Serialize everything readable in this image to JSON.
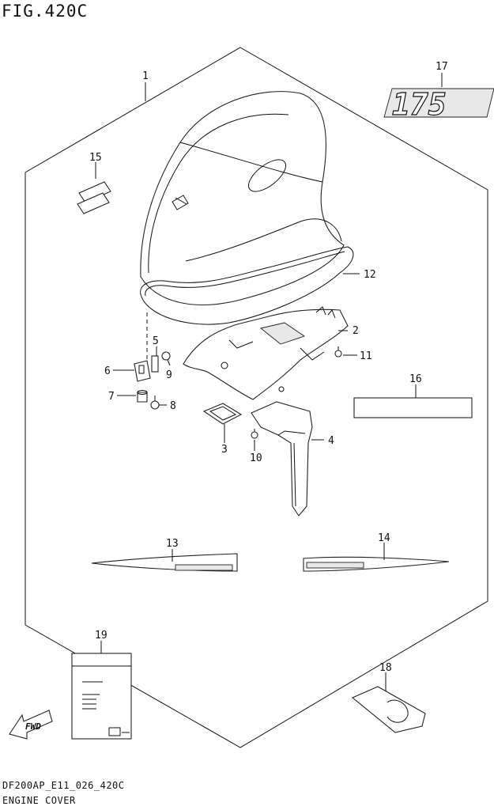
{
  "figure": {
    "title": "FIG.420C",
    "code": "DF200AP_E11_026_420C",
    "name": "ENGINE COVER"
  },
  "decals": {
    "model_number": "175",
    "fwd_arrow": "FWD"
  },
  "callouts": [
    {
      "id": "c1",
      "label": "1"
    },
    {
      "id": "c2",
      "label": "2"
    },
    {
      "id": "c3",
      "label": "3"
    },
    {
      "id": "c4",
      "label": "4"
    },
    {
      "id": "c5",
      "label": "5"
    },
    {
      "id": "c6",
      "label": "6"
    },
    {
      "id": "c7",
      "label": "7"
    },
    {
      "id": "c8",
      "label": "8"
    },
    {
      "id": "c9",
      "label": "9"
    },
    {
      "id": "c10",
      "label": "10"
    },
    {
      "id": "c11",
      "label": "11"
    },
    {
      "id": "c12",
      "label": "12"
    },
    {
      "id": "c13",
      "label": "13"
    },
    {
      "id": "c14",
      "label": "14"
    },
    {
      "id": "c15",
      "label": "15"
    },
    {
      "id": "c16",
      "label": "16"
    },
    {
      "id": "c17",
      "label": "17"
    },
    {
      "id": "c18",
      "label": "18"
    },
    {
      "id": "c19",
      "label": "19"
    }
  ]
}
